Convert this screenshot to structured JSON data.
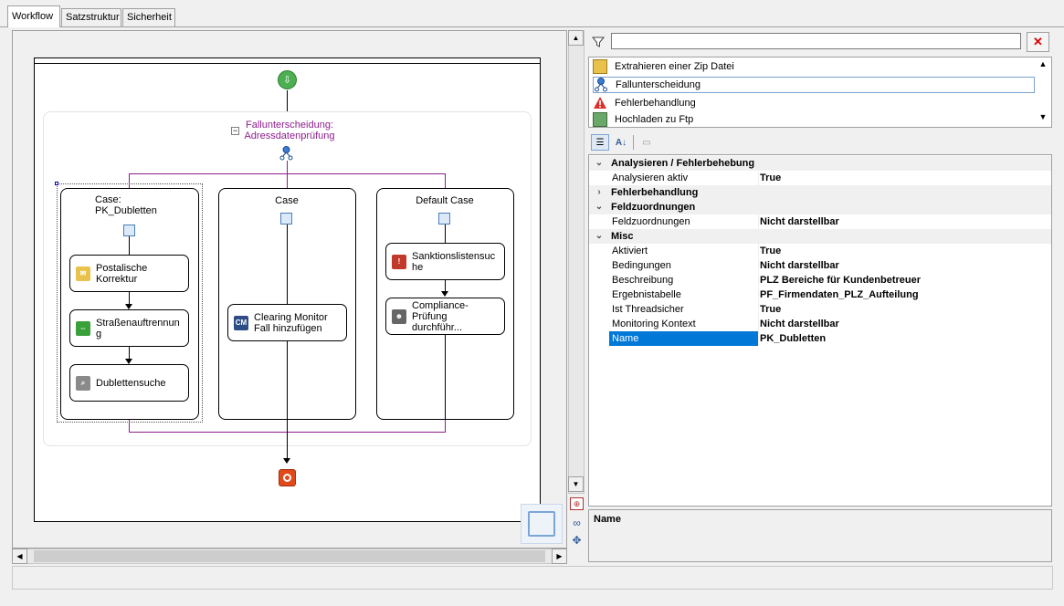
{
  "tabs": [
    {
      "label": "Workflow",
      "active": true
    },
    {
      "label": "Satzstruktur",
      "active": false
    },
    {
      "label": "Sicherheit",
      "active": false
    }
  ],
  "workflow": {
    "group_title": "Fallunterscheidung:\nAdressdatenprüfung",
    "cases": [
      {
        "label": "Case:\nPK_Dubletten",
        "activities": [
          {
            "label": "Postalische\nKorrektur",
            "icon": "envelope-icon",
            "color": "#e8c24a"
          },
          {
            "label": "Straßenauftrennun\ng",
            "icon": "split-arrows-icon",
            "color": "#3aa03a"
          },
          {
            "label": "Dublettensuche",
            "icon": "database-search-icon",
            "color": "#8a8a8a"
          }
        ]
      },
      {
        "label": "Case",
        "activities": [
          {
            "label": "Clearing Monitor\nFall hinzufügen",
            "icon": "cm-icon",
            "icon_text": "CM",
            "color": "#2e4c86"
          }
        ]
      },
      {
        "label": "Default Case",
        "activities": [
          {
            "label": "Sanktionslistensuc\nhe",
            "icon": "person-alert-icon",
            "color": "#c0392b"
          },
          {
            "label": "Compliance-\nPrüfung durchführ...",
            "icon": "people-icon",
            "color": "#666666"
          }
        ]
      }
    ],
    "colors": {
      "branch_line": "#8b1e8b",
      "start": "#4caf50",
      "end": "#e04a1a"
    }
  },
  "activity_list": {
    "items": [
      {
        "label": "Extrahieren einer Zip Datei",
        "icon": "zip-icon"
      },
      {
        "label": "Fallunterscheidung",
        "icon": "branch-icon",
        "selected": true
      },
      {
        "label": "Fehlerbehandlung",
        "icon": "warning-icon"
      },
      {
        "label": "Hochladen zu Ftp",
        "icon": "ftp-upload-icon"
      }
    ]
  },
  "properties": {
    "rows": [
      {
        "type": "cat",
        "label": "Analysieren / Fehlerbehebung",
        "expanded": true
      },
      {
        "type": "prop",
        "name": "Analysieren aktiv",
        "value": "True"
      },
      {
        "type": "cat",
        "label": "Fehlerbehandlung",
        "expanded": false
      },
      {
        "type": "cat",
        "label": "Feldzuordnungen",
        "expanded": true
      },
      {
        "type": "prop",
        "name": "Feldzuordnungen",
        "value": "Nicht darstellbar"
      },
      {
        "type": "cat",
        "label": "Misc",
        "expanded": true
      },
      {
        "type": "prop",
        "name": "Aktiviert",
        "value": "True"
      },
      {
        "type": "prop",
        "name": "Bedingungen",
        "value": "Nicht darstellbar"
      },
      {
        "type": "prop",
        "name": "Beschreibung",
        "value": "PLZ Bereiche für Kundenbetreuer"
      },
      {
        "type": "prop",
        "name": "Ergebnistabelle",
        "value": "PF_Firmendaten_PLZ_Aufteilung"
      },
      {
        "type": "prop",
        "name": "Ist Threadsicher",
        "value": "True"
      },
      {
        "type": "prop",
        "name": "Monitoring Kontext",
        "value": "Nicht darstellbar"
      },
      {
        "type": "prop",
        "name": "Name",
        "value": "PK_Dubletten",
        "selected": true
      }
    ]
  },
  "description": {
    "title": "Name"
  }
}
